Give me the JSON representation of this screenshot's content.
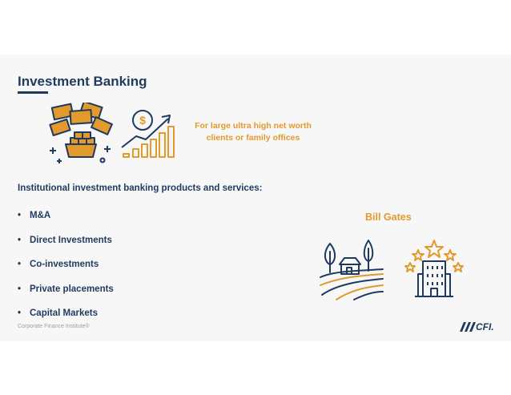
{
  "slide": {
    "title": "Investment Banking",
    "tagline_line1": "For large ultra high net worth",
    "tagline_line2": "clients or family offices",
    "section_heading": "Institutional investment banking products and services:",
    "bullet_char": "•",
    "services": [
      "M&A",
      "Direct Investments",
      "Co-investments",
      "Private placements",
      "Capital Markets"
    ],
    "person_name": "Bill Gates",
    "footer_credit": "Corporate Finance Institute®",
    "logo_text": "CFI."
  },
  "icons": {
    "money": "money-pile-icon",
    "growth": "dollar-growth-chart-icon",
    "estate": "farmland-estate-icon",
    "building": "luxury-building-stars-icon"
  },
  "colors": {
    "navy": "#1f3a5f",
    "orange": "#e39a2c",
    "slide_bg": "#f7f7f7",
    "footer_gray": "#9aa0a8"
  }
}
